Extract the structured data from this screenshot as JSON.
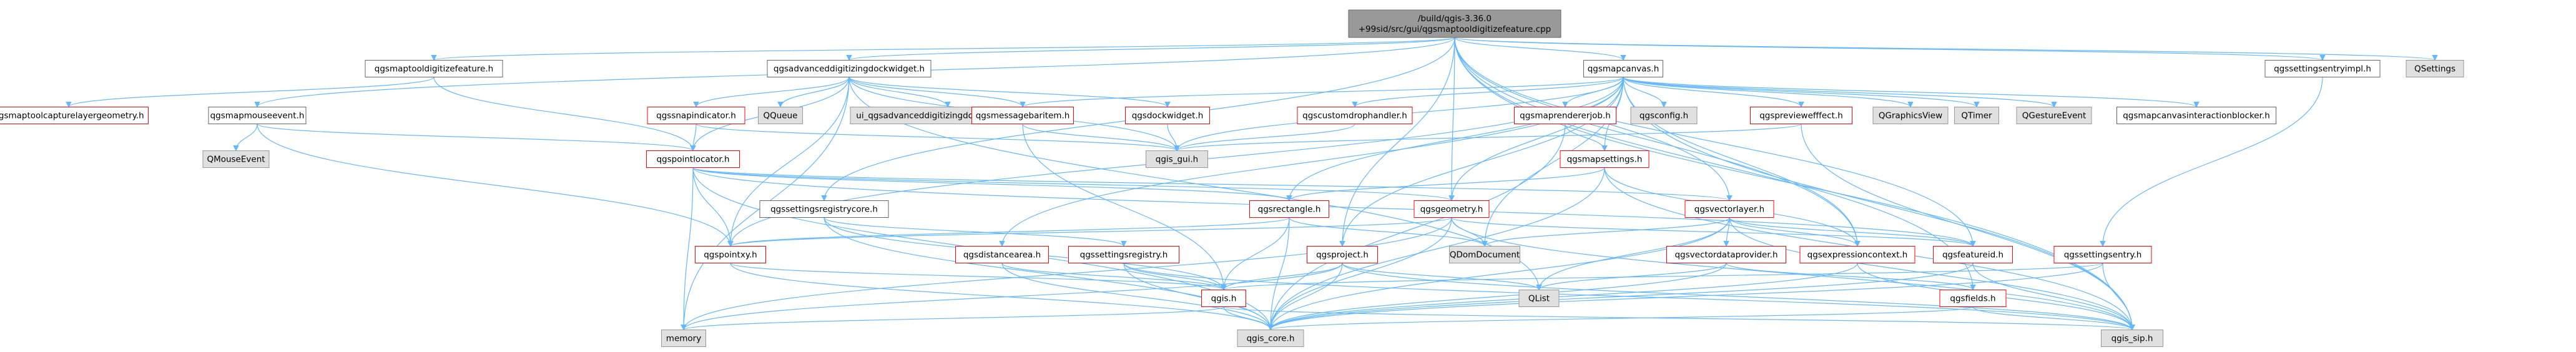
{
  "colors": {
    "root_fill": "#999999",
    "root_stroke": "#666666",
    "local_fill": "#ffffff",
    "local_stroke": "#ff0000",
    "local_text": "#000000",
    "leaf_stroke": "#666666",
    "ext_fill": "#e0e0e0",
    "ext_stroke": "#999999",
    "edge": "#63b8ff"
  },
  "graph": {
    "nodes": [
      {
        "id": "root",
        "lines": [
          "/build/qgis-3.36.0",
          "+99sid/src/gui/qgsmaptooldigitizefeature.cpp"
        ],
        "kind": "root"
      },
      {
        "id": "maptooldigitizefeature",
        "lines": [
          "qgsmaptooldigitizefeature.h"
        ],
        "kind": "leaf"
      },
      {
        "id": "advanceddigitizingdockwidget",
        "lines": [
          "qgsadvanceddigitizingdockwidget.h"
        ],
        "kind": "leaf"
      },
      {
        "id": "mapcanvas",
        "lines": [
          "qgsmapcanvas.h"
        ],
        "kind": "leaf"
      },
      {
        "id": "settingsentryimpl",
        "lines": [
          "qgssettingsentryimpl.h"
        ],
        "kind": "leaf"
      },
      {
        "id": "qsettings",
        "lines": [
          "QSettings"
        ],
        "kind": "ext"
      },
      {
        "id": "maptoolcapturelayergeometry",
        "lines": [
          "qgsmaptoolcapturelayergeometry.h"
        ],
        "kind": "local"
      },
      {
        "id": "mapmouseevent",
        "lines": [
          "qgsmapmouseevent.h"
        ],
        "kind": "leaf"
      },
      {
        "id": "snapindicator",
        "lines": [
          "qgssnapindicator.h"
        ],
        "kind": "local"
      },
      {
        "id": "qqueue",
        "lines": [
          "QQueue"
        ],
        "kind": "ext"
      },
      {
        "id": "ui_adv",
        "lines": [
          "ui_qgsadvanceddigitizingdockwidgetbase.h"
        ],
        "kind": "ext"
      },
      {
        "id": "messagebaritem",
        "lines": [
          "qgsmessagebaritem.h"
        ],
        "kind": "local"
      },
      {
        "id": "dockwidget",
        "lines": [
          "qgsdockwidget.h"
        ],
        "kind": "local"
      },
      {
        "id": "customdrophandler",
        "lines": [
          "qgscustomdrophandler.h"
        ],
        "kind": "local"
      },
      {
        "id": "maprendererjob",
        "lines": [
          "qgsmaprendererjob.h"
        ],
        "kind": "local"
      },
      {
        "id": "qgsconfig",
        "lines": [
          "qgsconfig.h"
        ],
        "kind": "ext"
      },
      {
        "id": "previeweffect",
        "lines": [
          "qgspreviewefffect.h"
        ],
        "kind": "local"
      },
      {
        "id": "qgraphicsview",
        "lines": [
          "QGraphicsView"
        ],
        "kind": "ext"
      },
      {
        "id": "qtimer",
        "lines": [
          "QTimer"
        ],
        "kind": "ext"
      },
      {
        "id": "qgestureevent",
        "lines": [
          "QGestureEvent"
        ],
        "kind": "ext"
      },
      {
        "id": "mapcanvasinteractionblocker",
        "lines": [
          "qgsmapcanvasinteractionblocker.h"
        ],
        "kind": "leaf"
      },
      {
        "id": "qmouseevent",
        "lines": [
          "QMouseEvent"
        ],
        "kind": "ext"
      },
      {
        "id": "pointlocator",
        "lines": [
          "qgspointlocator.h"
        ],
        "kind": "local"
      },
      {
        "id": "qgis_gui",
        "lines": [
          "qgis_gui.h"
        ],
        "kind": "ext"
      },
      {
        "id": "mapsettings",
        "lines": [
          "qgsmapsettings.h"
        ],
        "kind": "local"
      },
      {
        "id": "settingsregistrycore",
        "lines": [
          "qgssettingsregistrycore.h"
        ],
        "kind": "leaf"
      },
      {
        "id": "rectangle",
        "lines": [
          "qgsrectangle.h"
        ],
        "kind": "local"
      },
      {
        "id": "geometry",
        "lines": [
          "qgsgeometry.h"
        ],
        "kind": "local"
      },
      {
        "id": "vectorlayer",
        "lines": [
          "qgsvectorlayer.h"
        ],
        "kind": "local"
      },
      {
        "id": "pointxy",
        "lines": [
          "qgspointxy.h"
        ],
        "kind": "local"
      },
      {
        "id": "distancearea",
        "lines": [
          "qgsdistancearea.h"
        ],
        "kind": "local"
      },
      {
        "id": "settingsregistry",
        "lines": [
          "qgssettingsregistry.h"
        ],
        "kind": "local"
      },
      {
        "id": "project",
        "lines": [
          "qgsproject.h"
        ],
        "kind": "local"
      },
      {
        "id": "qdomdocument",
        "lines": [
          "QDomDocument"
        ],
        "kind": "ext"
      },
      {
        "id": "vectordataprovider",
        "lines": [
          "qgsvectordataprovider.h"
        ],
        "kind": "local"
      },
      {
        "id": "expressioncontext",
        "lines": [
          "qgsexpressioncontext.h"
        ],
        "kind": "local"
      },
      {
        "id": "featureid",
        "lines": [
          "qgsfeatureid.h"
        ],
        "kind": "local"
      },
      {
        "id": "settingsentry",
        "lines": [
          "qgssettingsentry.h"
        ],
        "kind": "local"
      },
      {
        "id": "qgis",
        "lines": [
          "qgis.h"
        ],
        "kind": "local"
      },
      {
        "id": "qlist",
        "lines": [
          "QList"
        ],
        "kind": "ext"
      },
      {
        "id": "fields",
        "lines": [
          "qgsfields.h"
        ],
        "kind": "local"
      },
      {
        "id": "memory",
        "lines": [
          "memory"
        ],
        "kind": "ext"
      },
      {
        "id": "qgis_core",
        "lines": [
          "qgis_core.h"
        ],
        "kind": "ext"
      },
      {
        "id": "qgis_sip",
        "lines": [
          "qgis_sip.h"
        ],
        "kind": "ext"
      }
    ],
    "edges": [
      [
        "root",
        "maptooldigitizefeature"
      ],
      [
        "root",
        "advanceddigitizingdockwidget"
      ],
      [
        "root",
        "mapcanvas"
      ],
      [
        "root",
        "settingsentryimpl"
      ],
      [
        "root",
        "qsettings"
      ],
      [
        "root",
        "mapmouseevent"
      ],
      [
        "root",
        "settingsregistrycore"
      ],
      [
        "root",
        "geometry"
      ],
      [
        "root",
        "vectorlayer"
      ],
      [
        "root",
        "project"
      ],
      [
        "root",
        "featureid"
      ],
      [
        "root",
        "expressioncontext"
      ],
      [
        "root",
        "fields"
      ],
      [
        "root",
        "qgis_sip"
      ],
      [
        "maptooldigitizefeature",
        "maptoolcapturelayergeometry"
      ],
      [
        "maptooldigitizefeature",
        "pointlocator"
      ],
      [
        "advanceddigitizingdockwidget",
        "snapindicator"
      ],
      [
        "advanceddigitizingdockwidget",
        "qqueue"
      ],
      [
        "advanceddigitizingdockwidget",
        "ui_adv"
      ],
      [
        "advanceddigitizingdockwidget",
        "messagebaritem"
      ],
      [
        "advanceddigitizingdockwidget",
        "dockwidget"
      ],
      [
        "advanceddigitizingdockwidget",
        "pointlocator"
      ],
      [
        "advanceddigitizingdockwidget",
        "pointxy"
      ],
      [
        "advanceddigitizingdockwidget",
        "qgis_gui"
      ],
      [
        "advanceddigitizingdockwidget",
        "qlist"
      ],
      [
        "advanceddigitizingdockwidget",
        "memory"
      ],
      [
        "mapcanvas",
        "customdrophandler"
      ],
      [
        "mapcanvas",
        "maprendererjob"
      ],
      [
        "mapcanvas",
        "qgsconfig"
      ],
      [
        "mapcanvas",
        "previeweffect"
      ],
      [
        "mapcanvas",
        "qgraphicsview"
      ],
      [
        "mapcanvas",
        "qtimer"
      ],
      [
        "mapcanvas",
        "qgestureevent"
      ],
      [
        "mapcanvas",
        "mapcanvasinteractionblocker"
      ],
      [
        "mapcanvas",
        "mapsettings"
      ],
      [
        "mapcanvas",
        "rectangle"
      ],
      [
        "mapcanvas",
        "geometry"
      ],
      [
        "mapcanvas",
        "distancearea"
      ],
      [
        "mapcanvas",
        "project"
      ],
      [
        "mapcanvas",
        "expressioncontext"
      ],
      [
        "mapcanvas",
        "qdomdocument"
      ],
      [
        "mapcanvas",
        "qgis_gui"
      ],
      [
        "mapcanvas",
        "qgis_sip"
      ],
      [
        "mapcanvas",
        "messagebaritem"
      ],
      [
        "mapcanvas",
        "pointxy"
      ],
      [
        "settingsentryimpl",
        "settingsentry"
      ],
      [
        "mapmouseevent",
        "qmouseevent"
      ],
      [
        "mapmouseevent",
        "pointlocator"
      ],
      [
        "mapmouseevent",
        "pointxy"
      ],
      [
        "snapindicator",
        "pointlocator"
      ],
      [
        "snapindicator",
        "qgis_gui"
      ],
      [
        "messagebaritem",
        "qgis_gui"
      ],
      [
        "messagebaritem",
        "qgis"
      ],
      [
        "dockwidget",
        "qgis_gui"
      ],
      [
        "customdrophandler",
        "qgis_gui"
      ],
      [
        "maprendererjob",
        "mapsettings"
      ],
      [
        "maprendererjob",
        "qgis_core"
      ],
      [
        "previeweffect",
        "qgis_gui"
      ],
      [
        "previeweffect",
        "qgis_sip"
      ],
      [
        "pointlocator",
        "vectorlayer"
      ],
      [
        "pointlocator",
        "pointxy"
      ],
      [
        "pointlocator",
        "rectangle"
      ],
      [
        "pointlocator",
        "featureid"
      ],
      [
        "pointlocator",
        "geometry"
      ],
      [
        "pointlocator",
        "qgis_core"
      ],
      [
        "pointlocator",
        "memory"
      ],
      [
        "mapsettings",
        "rectangle"
      ],
      [
        "mapsettings",
        "expressioncontext"
      ],
      [
        "mapsettings",
        "qgis_core"
      ],
      [
        "mapsettings",
        "qgis_sip"
      ],
      [
        "settingsregistrycore",
        "settingsregistry"
      ],
      [
        "settingsregistrycore",
        "qgis_core"
      ],
      [
        "settingsregistrycore",
        "qgis"
      ],
      [
        "rectangle",
        "pointxy"
      ],
      [
        "rectangle",
        "qgis"
      ],
      [
        "rectangle",
        "qgis_core"
      ],
      [
        "rectangle",
        "qdomdocument"
      ],
      [
        "geometry",
        "pointxy"
      ],
      [
        "geometry",
        "qdomdocument"
      ],
      [
        "geometry",
        "qgis_core"
      ],
      [
        "geometry",
        "qgis_sip"
      ],
      [
        "geometry",
        "featureid"
      ],
      [
        "geometry",
        "memory"
      ],
      [
        "vectorlayer",
        "vectordataprovider"
      ],
      [
        "vectorlayer",
        "expressioncontext"
      ],
      [
        "vectorlayer",
        "featureid"
      ],
      [
        "vectorlayer",
        "qgis_core"
      ],
      [
        "vectorlayer",
        "qgis_sip"
      ],
      [
        "vectorlayer",
        "qlist"
      ],
      [
        "vectorlayer",
        "qdomdocument"
      ],
      [
        "pointxy",
        "qgis_core"
      ],
      [
        "pointxy",
        "qgis"
      ],
      [
        "distancearea",
        "qgis"
      ],
      [
        "distancearea",
        "qgis_core"
      ],
      [
        "settingsregistry",
        "qgis"
      ],
      [
        "settingsregistry",
        "qgis_core"
      ],
      [
        "settingsregistry",
        "qgis_sip"
      ],
      [
        "project",
        "qgis"
      ],
      [
        "project",
        "qlist"
      ],
      [
        "project",
        "qgis_core"
      ],
      [
        "project",
        "qgis_sip"
      ],
      [
        "project",
        "memory"
      ],
      [
        "vectordataprovider",
        "qgis_core"
      ],
      [
        "vectordataprovider",
        "fields"
      ],
      [
        "vectordataprovider",
        "qlist"
      ],
      [
        "expressioncontext",
        "qgis_core"
      ],
      [
        "expressioncontext",
        "qgis_sip"
      ],
      [
        "featureid",
        "qgis_core"
      ],
      [
        "featureid",
        "qgis_sip"
      ],
      [
        "settingsentry",
        "qgis"
      ],
      [
        "settingsentry",
        "qgis_core"
      ],
      [
        "settingsentry",
        "qgis_sip"
      ],
      [
        "qgis",
        "qgis_core"
      ],
      [
        "qgis",
        "qgis_sip"
      ],
      [
        "qgis",
        "memory"
      ],
      [
        "fields",
        "qgis_core"
      ],
      [
        "fields",
        "qgis_sip"
      ]
    ]
  }
}
